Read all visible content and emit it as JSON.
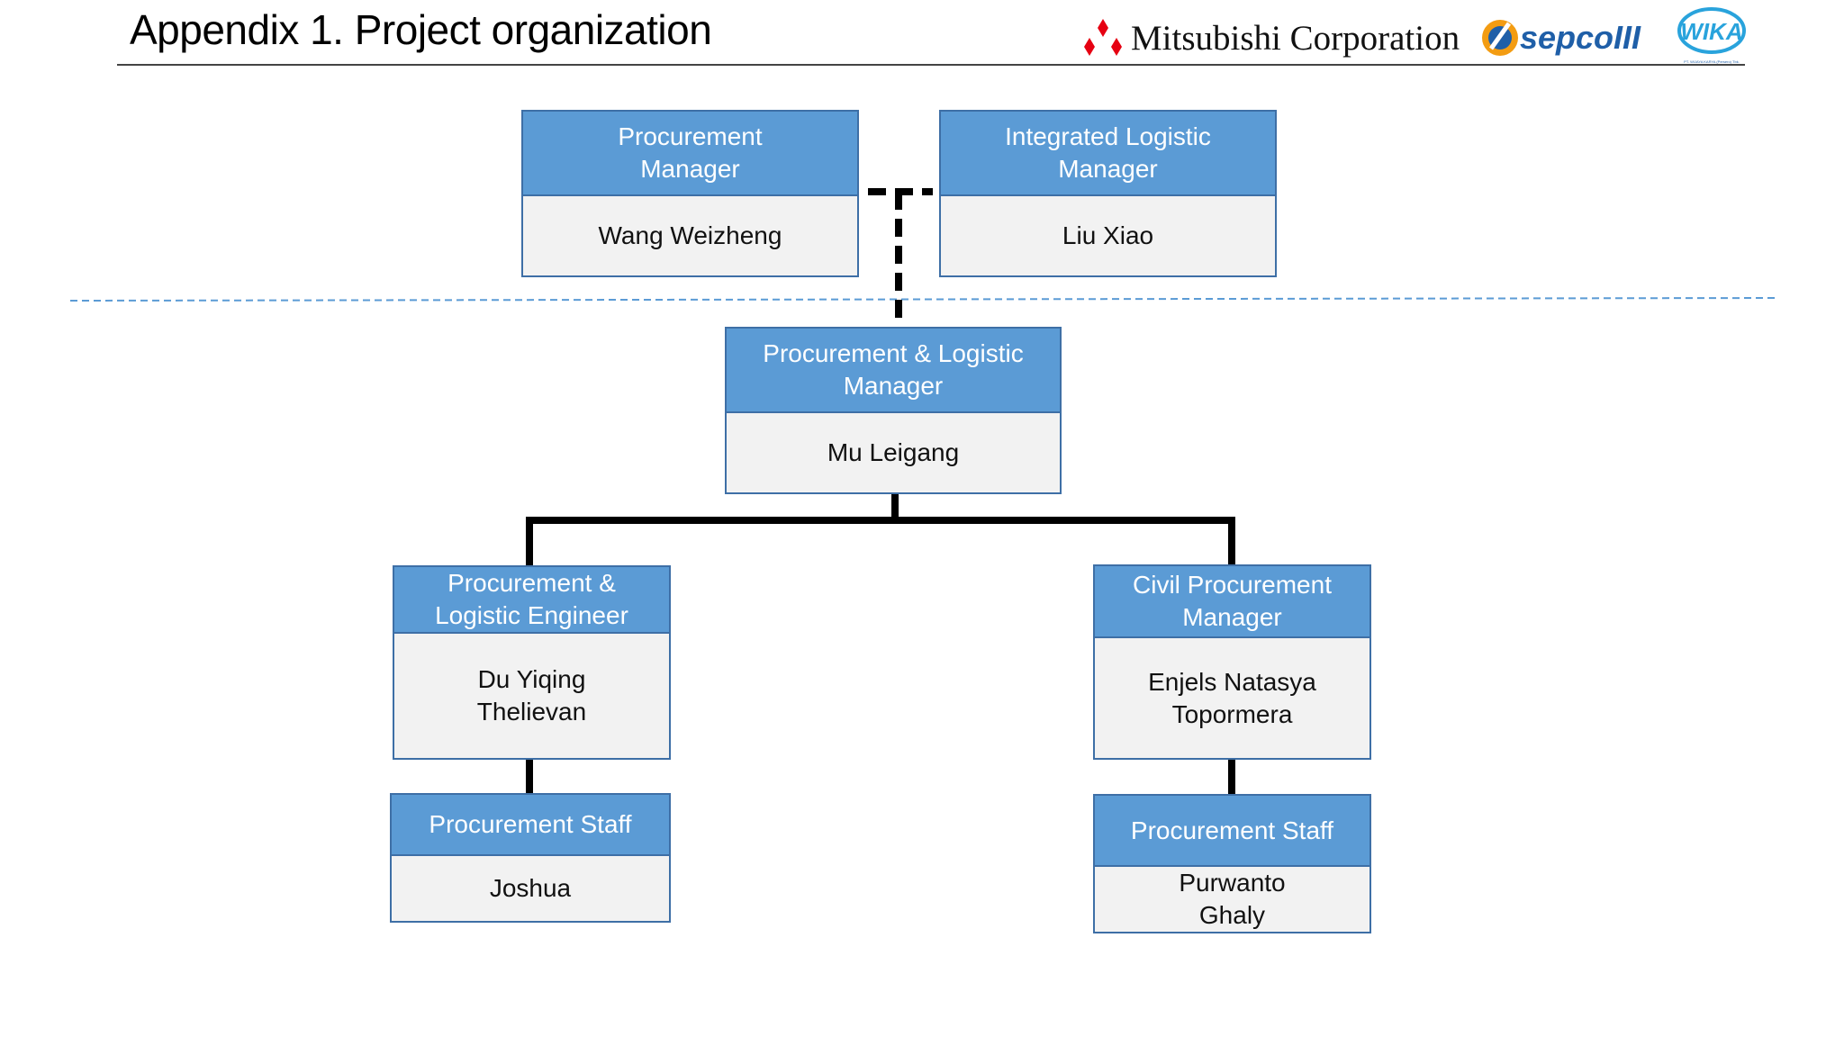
{
  "header": {
    "title": "Appendix 1. Project organization",
    "logos": {
      "mitsubishi": {
        "text": "Mitsubishi Corporation",
        "icon": "three-diamonds-icon",
        "color": "#e60012"
      },
      "sepco": {
        "text": "sepcoIII"
      },
      "wika": {
        "text": "WIKA",
        "subtext": "PT. WIJAYA KARYA (Persero) Tbk."
      }
    }
  },
  "colors": {
    "role_header": "#5b9bd5",
    "border": "#3e6fa6",
    "name_body": "#f2f2f2",
    "connector": "#000000",
    "divider": "#5b9bd5"
  },
  "org": {
    "procurement_manager": {
      "role": "Procurement\nManager",
      "name": "Wang Weizheng"
    },
    "integrated_logistic_manager": {
      "role": "Integrated Logistic\nManager",
      "name": "Liu Xiao"
    },
    "procurement_logistic_manager": {
      "role": "Procurement & Logistic\nManager",
      "name": "Mu Leigang"
    },
    "procurement_logistic_engineer": {
      "role": "Procurement &\nLogistic Engineer",
      "name": "Du Yiqing\nThelievan"
    },
    "civil_procurement_manager": {
      "role": "Civil Procurement\nManager",
      "name": "Enjels Natasya\nTopormera"
    },
    "procurement_staff_left": {
      "role": "Procurement Staff",
      "name": "Joshua"
    },
    "procurement_staff_right": {
      "role": "Procurement Staff",
      "name": "Purwanto\nGhaly"
    }
  }
}
